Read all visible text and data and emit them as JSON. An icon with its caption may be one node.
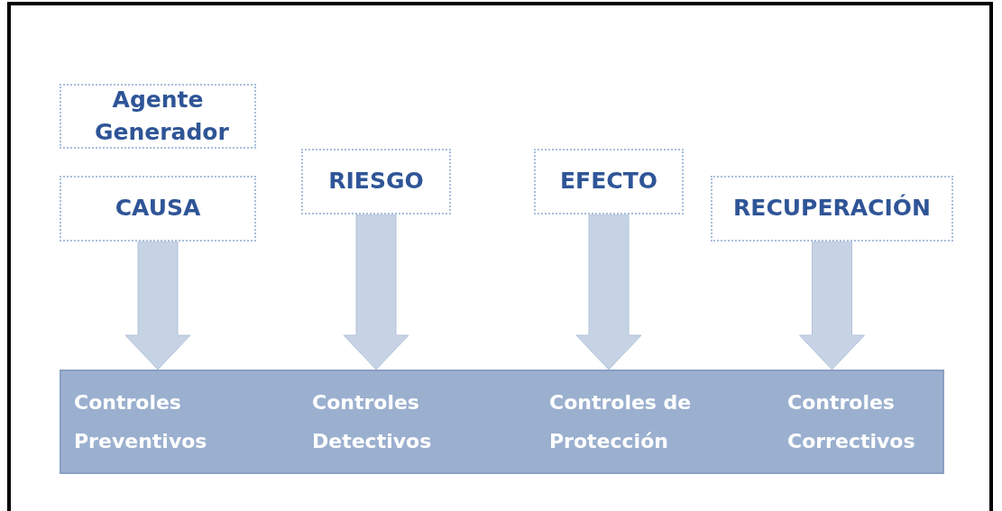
{
  "diagram": {
    "nodes": [
      {
        "text": [
          "Agente Generador"
        ]
      },
      {
        "text": [
          "CAUSA"
        ]
      },
      {
        "text": [
          "RIESGO"
        ]
      },
      {
        "text": [
          "EFECTO"
        ]
      },
      {
        "text": [
          "RECUPERACIÓN"
        ]
      },
      {
        "text": [
          "Controles Preventivos",
          "Controles Detectivos",
          "Controles de Protección",
          "Controles Correctivos"
        ]
      }
    ],
    "edges": [
      {
        "from": 1,
        "to": 5,
        "arrow": "to"
      },
      {
        "from": 2,
        "to": 5,
        "arrow": "to"
      },
      {
        "from": 3,
        "to": 5,
        "arrow": "to"
      },
      {
        "from": 4,
        "to": 5,
        "arrow": "to"
      }
    ]
  }
}
